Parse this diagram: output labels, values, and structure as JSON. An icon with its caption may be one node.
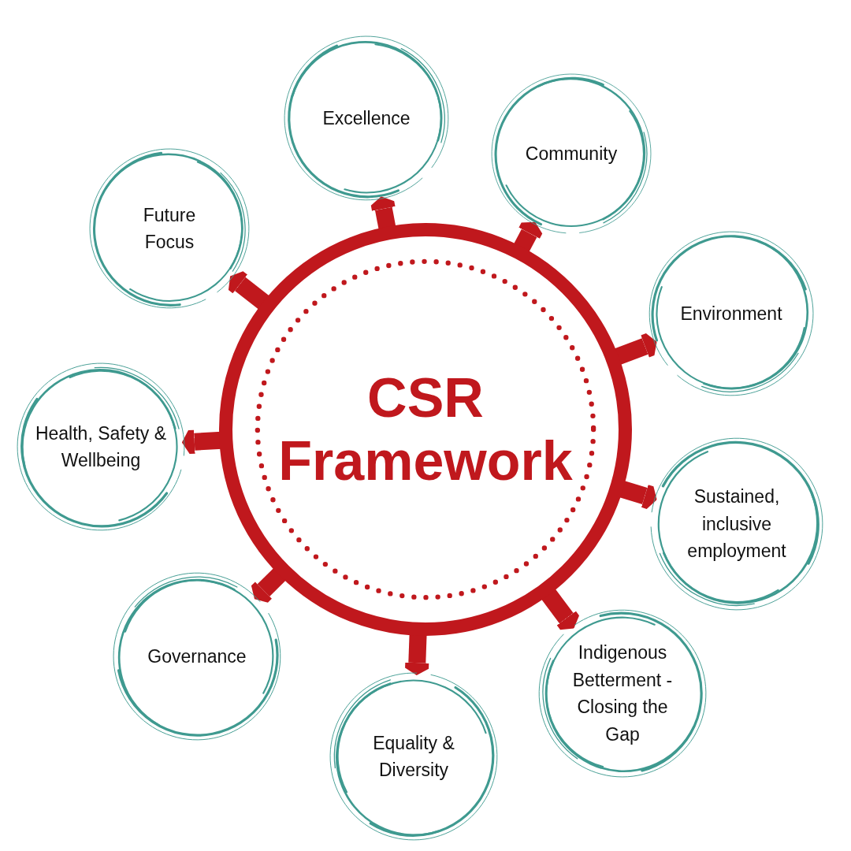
{
  "diagram": {
    "nodes": [
      {
        "text": [
          "CSR Framework"
        ]
      },
      {
        "text": [
          "Excellence"
        ]
      },
      {
        "text": [
          "Community"
        ]
      },
      {
        "text": [
          "Environment"
        ]
      },
      {
        "text": [
          "Sustained, inclusive employment"
        ]
      },
      {
        "text": [
          "Indigenous Betterment - Closing the Gap"
        ]
      },
      {
        "text": [
          "Equality & Diversity"
        ]
      },
      {
        "text": [
          "Governance"
        ]
      },
      {
        "text": [
          "Health, Safety & Wellbeing"
        ]
      },
      {
        "text": [
          "Future Focus"
        ]
      }
    ],
    "edges": [
      {
        "from": 0,
        "to": 1,
        "arrow": "to"
      },
      {
        "from": 0,
        "to": 2,
        "arrow": "to"
      },
      {
        "from": 0,
        "to": 3,
        "arrow": "to"
      },
      {
        "from": 0,
        "to": 4,
        "arrow": "to"
      },
      {
        "from": 0,
        "to": 5,
        "arrow": "to"
      },
      {
        "from": 0,
        "to": 6,
        "arrow": "to"
      },
      {
        "from": 0,
        "to": 7,
        "arrow": "to"
      },
      {
        "from": 0,
        "to": 8,
        "arrow": "to"
      },
      {
        "from": 0,
        "to": 9,
        "arrow": "to"
      }
    ]
  }
}
